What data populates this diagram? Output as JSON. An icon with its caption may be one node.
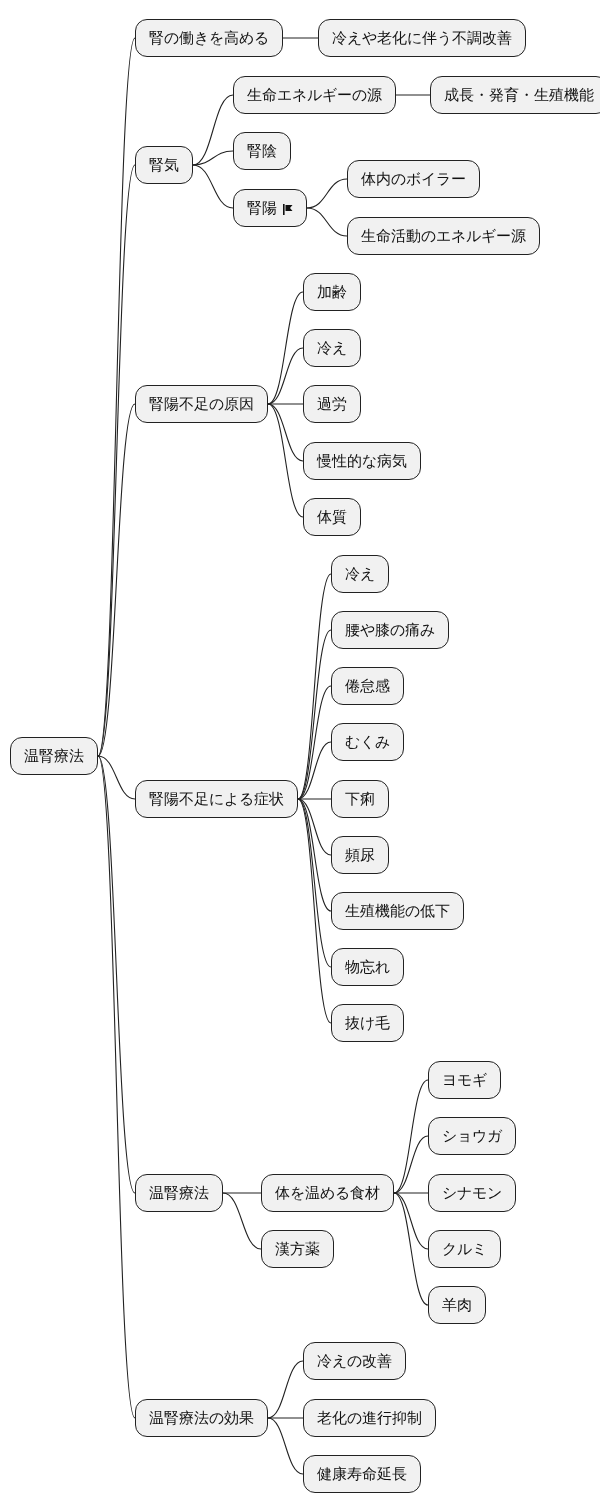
{
  "diagram": {
    "nodes": [
      {
        "text": [
          "温腎療法"
        ]
      },
      {
        "text": [
          "腎の働きを高める"
        ]
      },
      {
        "text": [
          "冷えや老化に伴う不調改善"
        ]
      },
      {
        "text": [
          "腎気"
        ]
      },
      {
        "text": [
          "生命エネルギーの源"
        ]
      },
      {
        "text": [
          "成長・発育・生殖機能"
        ]
      },
      {
        "text": [
          "腎陰"
        ]
      },
      {
        "text": [
          "腎陽"
        ]
      },
      {
        "text": [
          "体内のボイラー"
        ]
      },
      {
        "text": [
          "生命活動のエネルギー源"
        ]
      },
      {
        "text": [
          "腎陽不足の原因"
        ]
      },
      {
        "text": [
          "加齢"
        ]
      },
      {
        "text": [
          "冷え"
        ]
      },
      {
        "text": [
          "過労"
        ]
      },
      {
        "text": [
          "慢性的な病気"
        ]
      },
      {
        "text": [
          "体質"
        ]
      },
      {
        "text": [
          "腎陽不足による症状"
        ]
      },
      {
        "text": [
          "冷え"
        ]
      },
      {
        "text": [
          "腰や膝の痛み"
        ]
      },
      {
        "text": [
          "倦怠感"
        ]
      },
      {
        "text": [
          "むくみ"
        ]
      },
      {
        "text": [
          "下痢"
        ]
      },
      {
        "text": [
          "頻尿"
        ]
      },
      {
        "text": [
          "生殖機能の低下"
        ]
      },
      {
        "text": [
          "物忘れ"
        ]
      },
      {
        "text": [
          "抜け毛"
        ]
      },
      {
        "text": [
          "温腎療法"
        ]
      },
      {
        "text": [
          "体を温める食材"
        ]
      },
      {
        "text": [
          "漢方薬"
        ]
      },
      {
        "text": [
          "ヨモギ"
        ]
      },
      {
        "text": [
          "ショウガ"
        ]
      },
      {
        "text": [
          "シナモン"
        ]
      },
      {
        "text": [
          "クルミ"
        ]
      },
      {
        "text": [
          "羊肉"
        ]
      },
      {
        "text": [
          "温腎療法の効果"
        ]
      },
      {
        "text": [
          "冷えの改善"
        ]
      },
      {
        "text": [
          "老化の進行抑制"
        ]
      },
      {
        "text": [
          "健康寿命延長"
        ]
      }
    ],
    "edges": [
      {
        "from": 0,
        "to": 1,
        "arrow": "none"
      },
      {
        "from": 1,
        "to": 2,
        "arrow": "none"
      },
      {
        "from": 0,
        "to": 3,
        "arrow": "none"
      },
      {
        "from": 3,
        "to": 4,
        "arrow": "none"
      },
      {
        "from": 4,
        "to": 5,
        "arrow": "none"
      },
      {
        "from": 3,
        "to": 6,
        "arrow": "none"
      },
      {
        "from": 3,
        "to": 7,
        "arrow": "none"
      },
      {
        "from": 7,
        "to": 8,
        "arrow": "none"
      },
      {
        "from": 7,
        "to": 9,
        "arrow": "none"
      },
      {
        "from": 0,
        "to": 10,
        "arrow": "none"
      },
      {
        "from": 10,
        "to": 11,
        "arrow": "none"
      },
      {
        "from": 10,
        "to": 12,
        "arrow": "none"
      },
      {
        "from": 10,
        "to": 13,
        "arrow": "none"
      },
      {
        "from": 10,
        "to": 14,
        "arrow": "none"
      },
      {
        "from": 10,
        "to": 15,
        "arrow": "none"
      },
      {
        "from": 0,
        "to": 16,
        "arrow": "none"
      },
      {
        "from": 16,
        "to": 17,
        "arrow": "none"
      },
      {
        "from": 16,
        "to": 18,
        "arrow": "none"
      },
      {
        "from": 16,
        "to": 19,
        "arrow": "none"
      },
      {
        "from": 16,
        "to": 20,
        "arrow": "none"
      },
      {
        "from": 16,
        "to": 21,
        "arrow": "none"
      },
      {
        "from": 16,
        "to": 22,
        "arrow": "none"
      },
      {
        "from": 16,
        "to": 23,
        "arrow": "none"
      },
      {
        "from": 16,
        "to": 24,
        "arrow": "none"
      },
      {
        "from": 16,
        "to": 25,
        "arrow": "none"
      },
      {
        "from": 0,
        "to": 26,
        "arrow": "none"
      },
      {
        "from": 26,
        "to": 27,
        "arrow": "none"
      },
      {
        "from": 27,
        "to": 29,
        "arrow": "none"
      },
      {
        "from": 27,
        "to": 30,
        "arrow": "none"
      },
      {
        "from": 27,
        "to": 31,
        "arrow": "none"
      },
      {
        "from": 27,
        "to": 32,
        "arrow": "none"
      },
      {
        "from": 27,
        "to": 33,
        "arrow": "none"
      },
      {
        "from": 26,
        "to": 28,
        "arrow": "none"
      },
      {
        "from": 0,
        "to": 34,
        "arrow": "none"
      },
      {
        "from": 34,
        "to": 35,
        "arrow": "none"
      },
      {
        "from": 34,
        "to": 36,
        "arrow": "none"
      },
      {
        "from": 34,
        "to": 37,
        "arrow": "none"
      }
    ]
  }
}
